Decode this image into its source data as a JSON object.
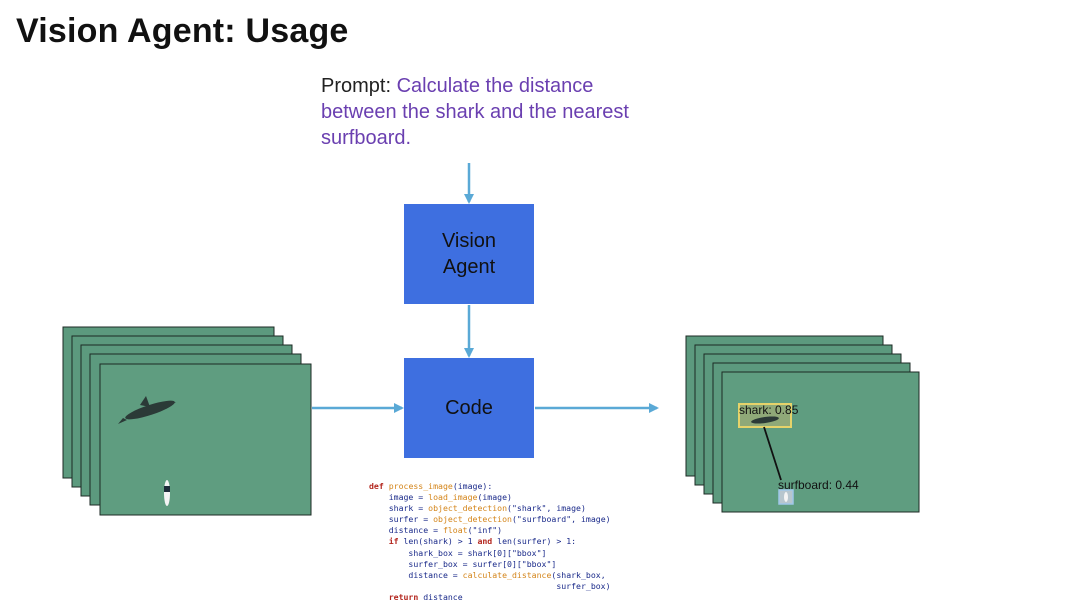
{
  "slide": {
    "title": "Vision Agent: Usage"
  },
  "prompt": {
    "label": "Prompt: ",
    "text": "Calculate the distance between the shark and the nearest surfboard."
  },
  "nodes": {
    "agent": "Vision\nAgent",
    "code": "Code"
  },
  "detections": {
    "shark_label": "shark: 0.85",
    "surfboard_label": "surfboard: 0.44"
  },
  "code_lines": [
    "def process_image(image):",
    "    image = load_image(image)",
    "    shark = object_detection(\"shark\", image)",
    "    surfer = object_detection(\"surfboard\", image)",
    "    distance = float(\"inf\")",
    "    if len(shark) > 1 and len(surfer) > 1:",
    "        shark_box = shark[0][\"bbox\"]",
    "        surfer_box = surfer[0][\"bbox\"]",
    "        distance = calculate_distance(shark_box,",
    "                                      surfer_box)",
    "    return distance"
  ],
  "colors": {
    "box_fill": "#3e6fe0",
    "arrow": "#5aa9d6",
    "water": "#5c9a7e",
    "prompt_text": "#6a3fb0"
  }
}
